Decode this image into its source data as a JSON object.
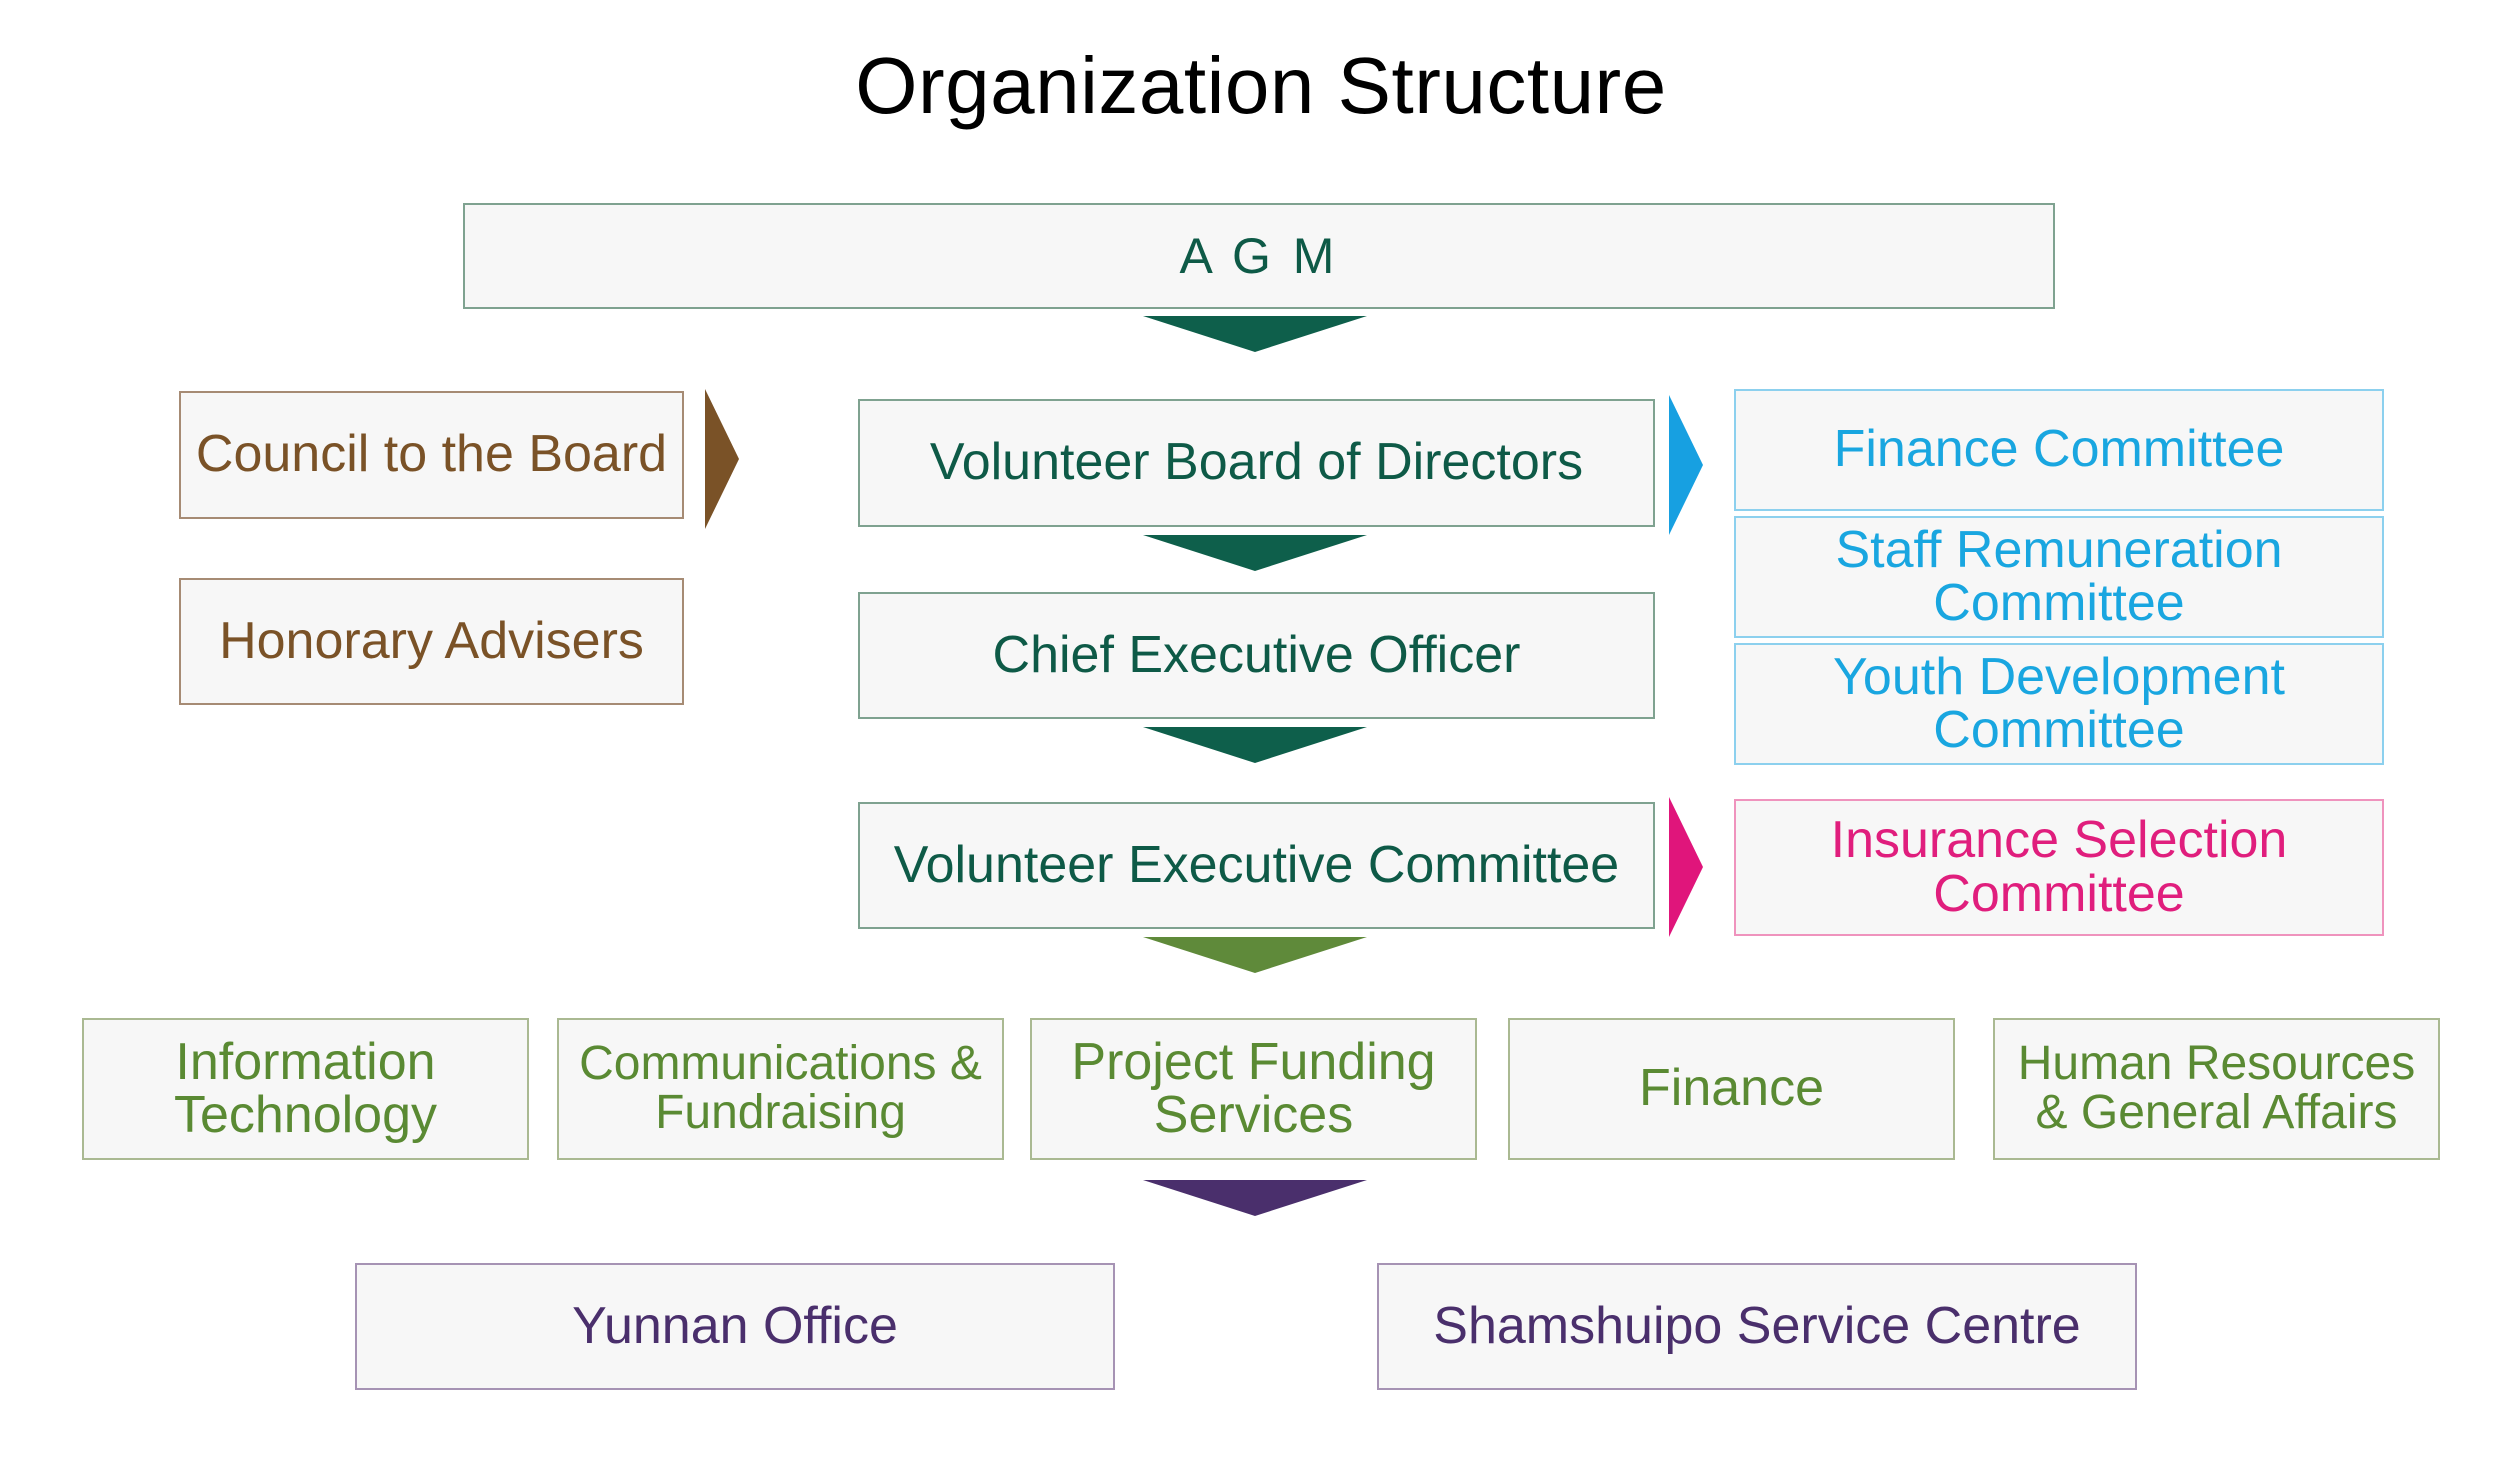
{
  "title": "Organization Structure",
  "nodes": {
    "agm": "A G M",
    "council_to_board": "Council to the Board",
    "honorary_advisers": "Honorary Advisers",
    "board_of_directors": "Volunteer Board of Directors",
    "ceo": "Chief Executive Officer",
    "executive_committee": "Volunteer Executive Committee",
    "finance_committee": "Finance Committee",
    "staff_remuneration": [
      "Staff Remuneration",
      "Committee"
    ],
    "youth_development": [
      "Youth Development",
      "Committee"
    ],
    "insurance_selection": [
      "Insurance Selection",
      "Committee"
    ],
    "information_technology": [
      "Information",
      "Technology"
    ],
    "communications": [
      "Communications &",
      "Fundraising"
    ],
    "project_funding": [
      "Project Funding",
      "Services"
    ],
    "finance": "Finance",
    "human_resources": [
      "Human Resources",
      "& General Affairs"
    ],
    "yunnan_office": "Yunnan Office",
    "shamshuipo": "Shamshuipo Service Centre"
  },
  "colors": {
    "main_green": "#0e5a47",
    "advisory_brown": "#7a5227",
    "committee_blue": "#19a6e0",
    "insurance_pink": "#e01e7d",
    "department_olive": "#5a8a33",
    "office_purple": "#4a2f6c"
  }
}
